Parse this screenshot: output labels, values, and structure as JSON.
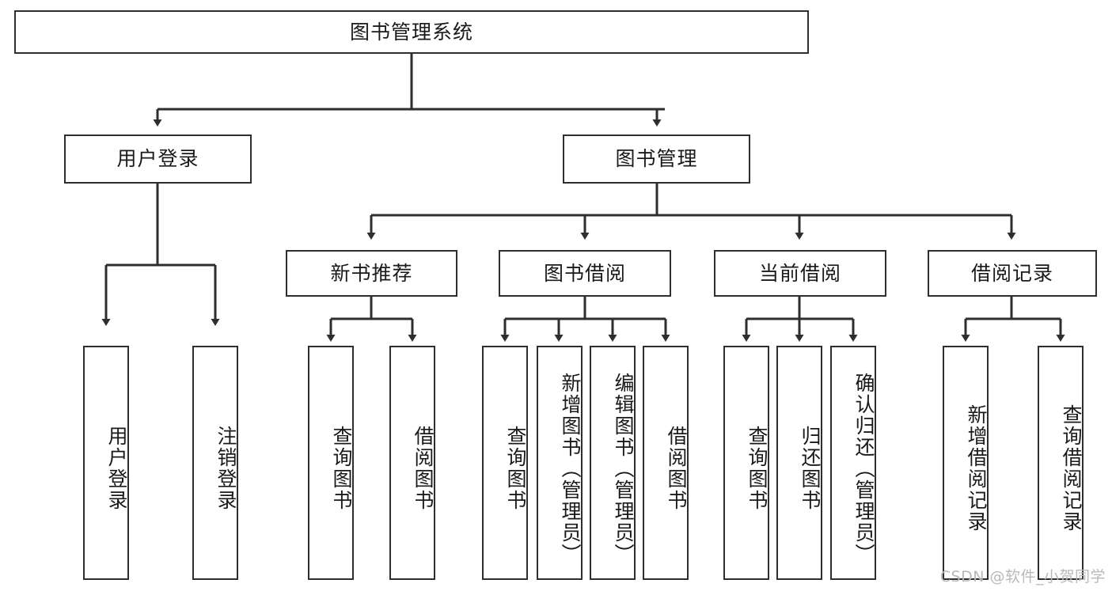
{
  "diagram": {
    "title": "图书管理系统",
    "type": "hierarchy-tree",
    "root": {
      "label": "图书管理系统"
    },
    "level2": [
      {
        "label": "用户登录"
      },
      {
        "label": "图书管理"
      }
    ],
    "level3": [
      {
        "label": "新书推荐"
      },
      {
        "label": "图书借阅"
      },
      {
        "label": "当前借阅"
      },
      {
        "label": "借阅记录"
      }
    ],
    "leaves": {
      "user_login": [
        "用户登录",
        "注销登录"
      ],
      "new_book_recommend": [
        "查询图书",
        "借阅图书"
      ],
      "book_borrow": [
        "查询图书",
        "新增图书（管理员）",
        "编辑图书（管理员）",
        "借阅图书"
      ],
      "current_borrow": [
        "查询图书",
        "归还图书",
        "确认归还（管理员）"
      ],
      "borrow_record": [
        "新增借阅记录",
        "查询借阅记录"
      ]
    }
  },
  "watermark": {
    "text": "CSDN @软件_小贺同学"
  },
  "colors": {
    "stroke": "#2e2e2e",
    "box_fill": "#ffffff",
    "text": "#1a1a1a",
    "watermark": "#b9b9b9",
    "background": "#ffffff"
  }
}
